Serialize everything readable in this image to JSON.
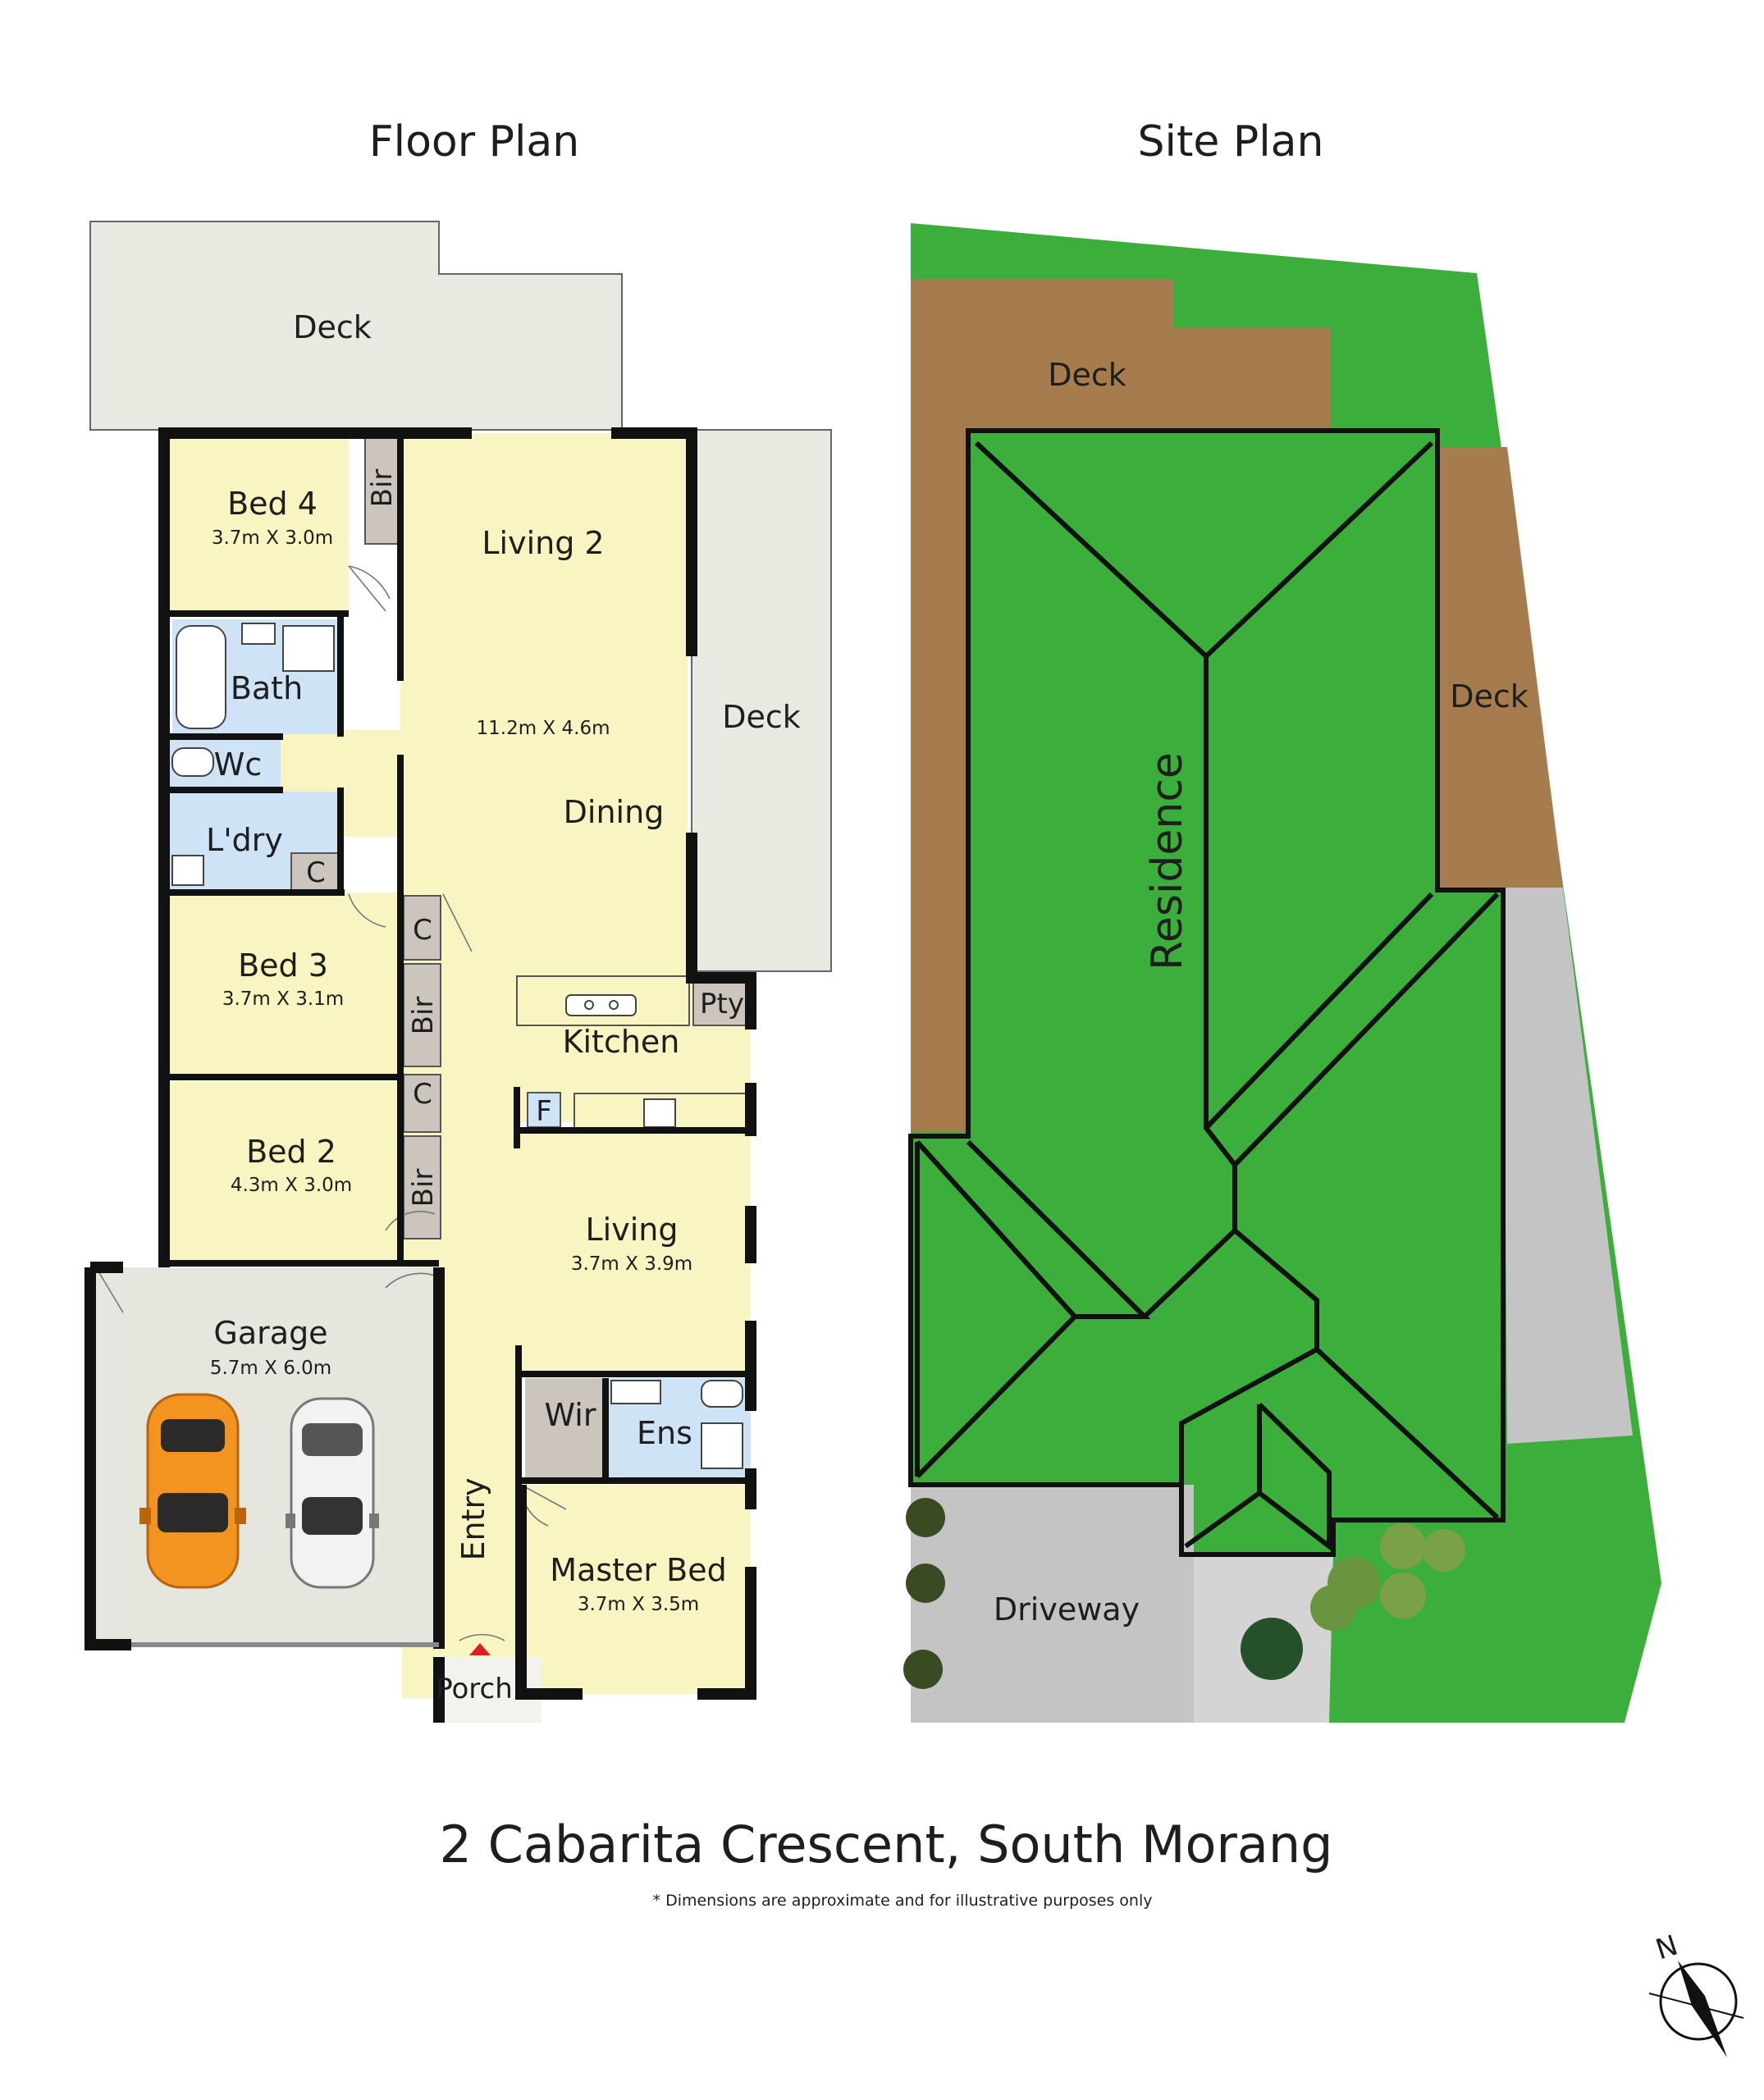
{
  "headings": {
    "floor_plan": "Floor Plan",
    "site_plan": "Site Plan"
  },
  "floor_plan": {
    "deck_top": "Deck",
    "deck_side": "Deck",
    "bed4": {
      "name": "Bed 4",
      "dim": "3.7m X 3.0m"
    },
    "bir_bed4": "Bir",
    "living2": "Living 2",
    "living_dining_dim": "11.2m X 4.6m",
    "dining": "Dining",
    "bath": "Bath",
    "wc": "Wc",
    "laundry": "L'dry",
    "cupboard_laundry": "C",
    "bed3": {
      "name": "Bed 3",
      "dim": "3.7m X 3.1m"
    },
    "cupboard_bed3": "C",
    "bir_bed3": "Bir",
    "kitchen": "Kitchen",
    "pantry": "Pty",
    "fridge": "F",
    "bed2": {
      "name": "Bed 2",
      "dim": "4.3m X 3.0m"
    },
    "cupboard_bed2": "C",
    "bir_bed2": "Bir",
    "living": {
      "name": "Living",
      "dim": "3.7m X 3.9m"
    },
    "garage": {
      "name": "Garage",
      "dim": "5.7m X 6.0m"
    },
    "wir": "Wir",
    "ensuite": "Ens",
    "entry": "Entry",
    "master": {
      "name": "Master Bed",
      "dim": "3.7m X 3.5m"
    },
    "porch": "Porch"
  },
  "site_plan": {
    "deck_top": "Deck",
    "deck_side": "Deck",
    "residence": "Residence",
    "driveway": "Driveway"
  },
  "address": "2 Cabarita Crescent, South Morang",
  "disclaimer": "* Dimensions are approximate and for illustrative purposes only",
  "compass_label": "N",
  "colors": {
    "room_yellow": "#f9f5c2",
    "wet_blue": "#cfe3f6",
    "storage_grey": "#cbc5bd",
    "deck_grey": "#e7eae1",
    "garage_grey": "#e5e7df",
    "grass_green": "#3cae3c",
    "deck_brown": "#a67c4f",
    "roof_blue": "#cfe2f4",
    "driveway_grey": "#c4c4c4",
    "car_orange": "#f39320",
    "car_white": "#f2f2f2"
  }
}
